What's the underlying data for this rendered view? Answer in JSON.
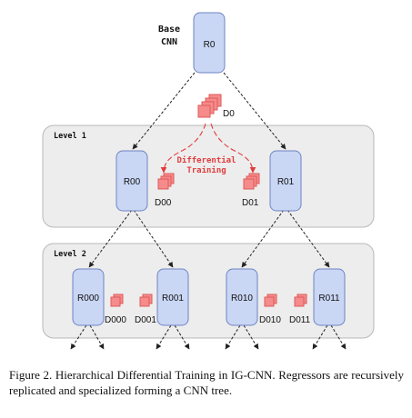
{
  "base_label_line1": "Base",
  "base_label_line2": "CNN",
  "levels": [
    {
      "label": "Level 1"
    },
    {
      "label": "Level 2"
    }
  ],
  "nodes": {
    "r0": "R0",
    "r00": "R00",
    "r01": "R01",
    "r000": "R000",
    "r001": "R001",
    "r010": "R010",
    "r011": "R011"
  },
  "data_labels": {
    "d0": "D0",
    "d00": "D00",
    "d01": "D01",
    "d000": "D000",
    "d001": "D001",
    "d010": "D010",
    "d011": "D011"
  },
  "differential_line1": "Differential",
  "differential_line2": "Training",
  "caption": "Figure 2. Hierarchical Differential Training in IG-CNN. Regressors are recursively replicated and specialized forming a CNN tree.",
  "colors": {
    "node_fill": "#c9d6f4",
    "node_stroke": "#6f84c4",
    "level_fill": "#ededed",
    "level_stroke": "#b8b8b8",
    "data_fill": "#f58b8b",
    "data_stroke": "#e05a5a",
    "diff_line": "#e23b3b"
  }
}
